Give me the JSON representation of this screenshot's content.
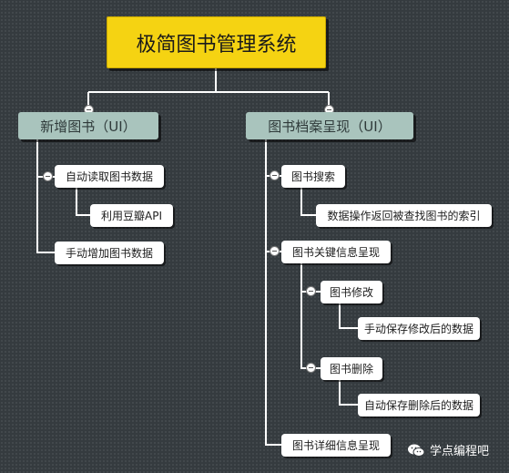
{
  "root": {
    "label": "极简图书管理系统"
  },
  "branches": {
    "left": {
      "label": "新增图书（UI）",
      "children": {
        "auto_read": {
          "label": "自动读取图书数据",
          "child": "利用豆瓣API"
        },
        "manual_add": {
          "label": "手动增加图书数据"
        }
      }
    },
    "right": {
      "label": "图书档案呈现（UI）",
      "children": {
        "search": {
          "label": "图书搜索",
          "child": "数据操作返回被查找图书的索引"
        },
        "key_info": {
          "label": "图书关键信息呈现",
          "modify": {
            "label": "图书修改",
            "child": "手动保存修改后的数据"
          },
          "delete": {
            "label": "图书删除",
            "child": "自动保存删除后的数据"
          }
        },
        "detail": {
          "label": "图书详细信息呈现"
        }
      }
    }
  },
  "watermark": {
    "text": "学点编程吧"
  },
  "colors": {
    "background": "#353b3f",
    "root_fill": "#f5d312",
    "branch_fill": "#a9c4bd",
    "leaf_fill": "#ffffff",
    "connector": "#ffffff"
  }
}
